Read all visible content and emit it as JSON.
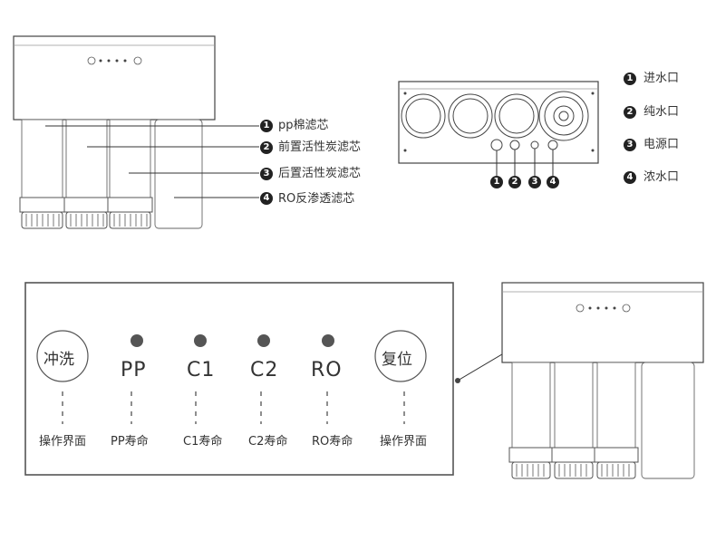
{
  "top_left": {
    "labels": [
      {
        "num": "1",
        "text": "pp棉滤芯"
      },
      {
        "num": "2",
        "text": "前置活性炭滤芯"
      },
      {
        "num": "3",
        "text": "后置活性炭滤芯"
      },
      {
        "num": "4",
        "text": "RO反渗透滤芯"
      }
    ]
  },
  "top_right": {
    "port_nums": [
      "1",
      "2",
      "3",
      "4"
    ],
    "labels": [
      {
        "num": "1",
        "text": "进水口"
      },
      {
        "num": "2",
        "text": "纯水口"
      },
      {
        "num": "3",
        "text": "电源口"
      },
      {
        "num": "4",
        "text": "浓水口"
      }
    ]
  },
  "panel": {
    "left_button": "冲洗",
    "right_button": "复位",
    "indicators": [
      "PP",
      "C1",
      "C2",
      "RO"
    ],
    "captions": [
      "操作界面",
      "PP寿命",
      "C1寿命",
      "C2寿命",
      "RO寿命",
      "操作界面"
    ]
  }
}
